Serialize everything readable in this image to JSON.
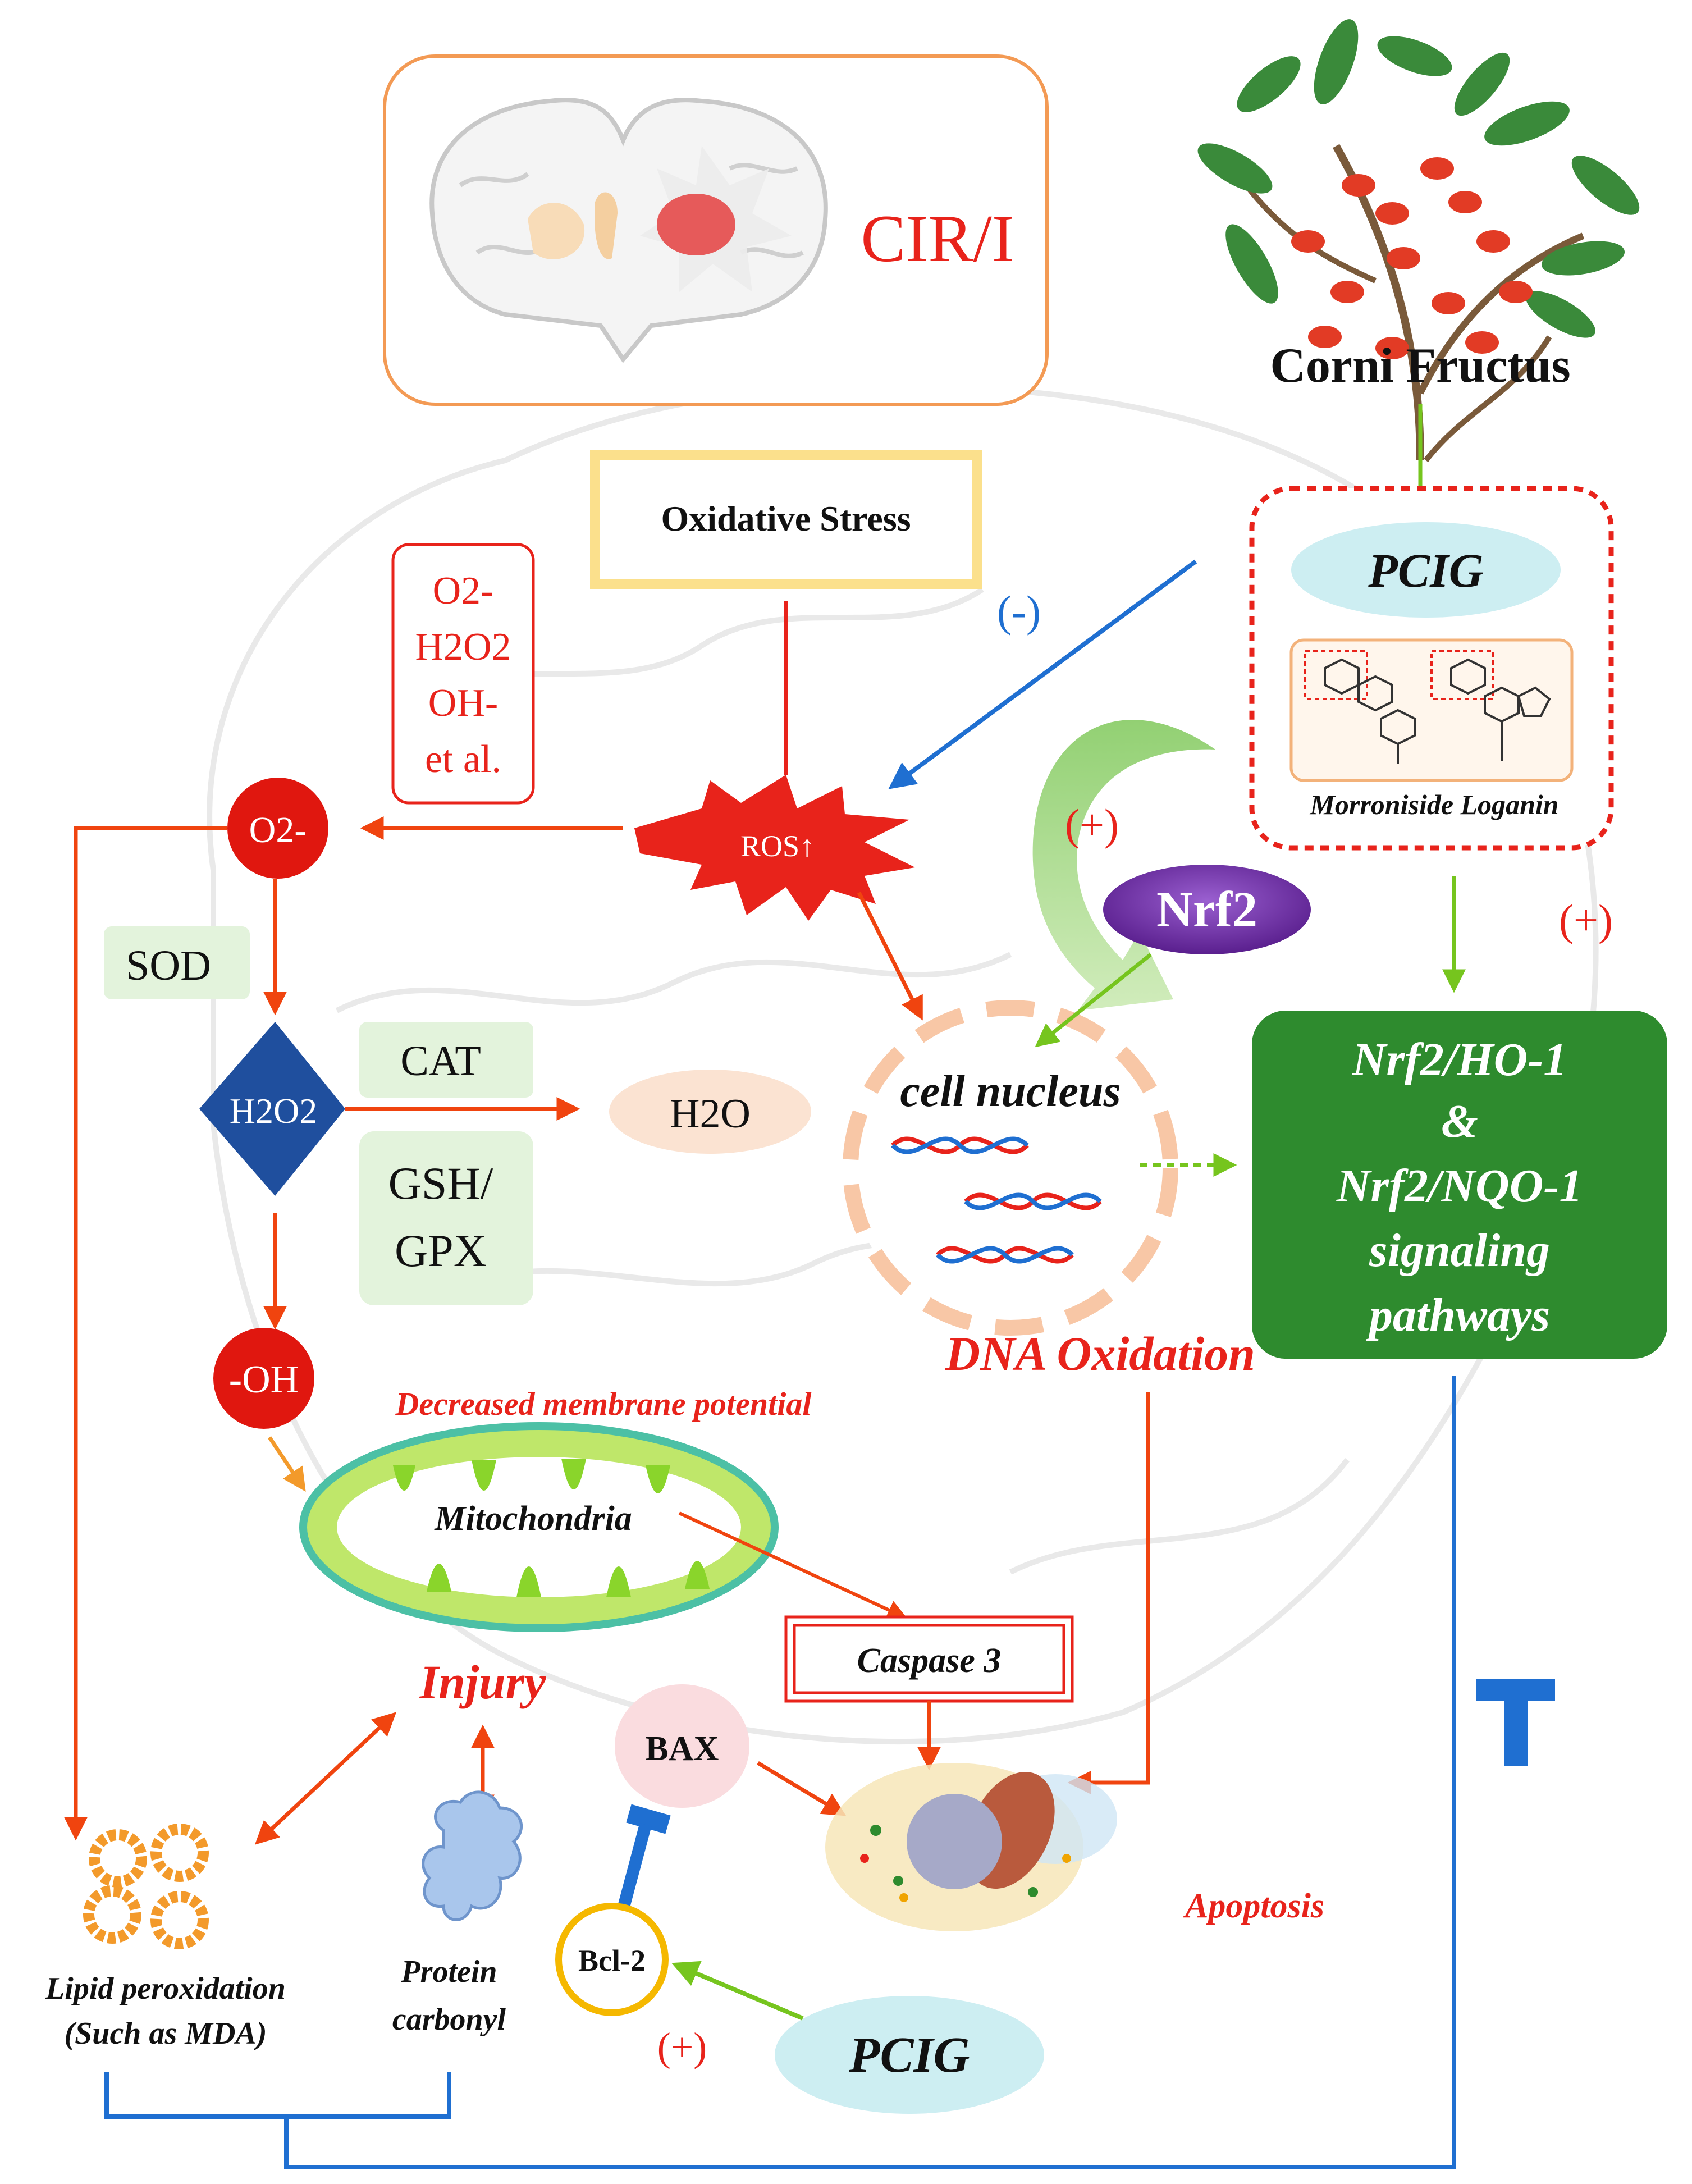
{
  "condition": {
    "label": "CIR/I"
  },
  "plant": {
    "name": "Corni Fructus"
  },
  "pcig": {
    "label": "PCIG",
    "compounds_label": "Morroniside Loganin",
    "bottom_label": "PCIG"
  },
  "stress": {
    "label": "Oxidative Stress",
    "ros_label": "ROS↑",
    "species": [
      "O2-",
      "H2O2",
      "OH-",
      "et al."
    ]
  },
  "markers": {
    "inhibit": "(-)",
    "promote_nrf2": "(+)",
    "promote_pathway": "(+)",
    "promote_bcl2": "(+)"
  },
  "nodes": {
    "superoxide": "O2-",
    "sod": "SOD",
    "h2o2": "H2O2",
    "cat": "CAT",
    "gsh_gpx": [
      "GSH/",
      "GPX"
    ],
    "water": "H2O",
    "hydroxyl": "-OH",
    "nrf2": "Nrf2",
    "nucleus": "cell nucleus",
    "dna_oxidation": "DNA Oxidation",
    "membrane": "Decreased membrane potential",
    "mitochondria": "Mitochondria",
    "caspase": "Caspase 3",
    "injury": "Injury",
    "bax": "BAX",
    "bcl2": "Bcl-2",
    "apoptosis": "Apoptosis"
  },
  "pathway": {
    "lines": [
      "Nrf2/HO-1",
      "&",
      "Nrf2/NQO-1",
      "signaling",
      "pathways"
    ]
  },
  "outcomes": {
    "lipid": [
      "Lipid peroxidation",
      "(Such as MDA)"
    ],
    "protein": [
      "Protein",
      "carbonyl"
    ]
  },
  "colors": {
    "red": "#e8231b",
    "orange_red": "#f0440f",
    "blue": "#1f6fd1",
    "green_arrow": "#76c51e",
    "dark_green": "#2e8b2e",
    "purple": "#6a2a9e",
    "cyan": "#cdeef2",
    "light_green": "#e3f3dc",
    "navy": "#1f4f9e"
  }
}
